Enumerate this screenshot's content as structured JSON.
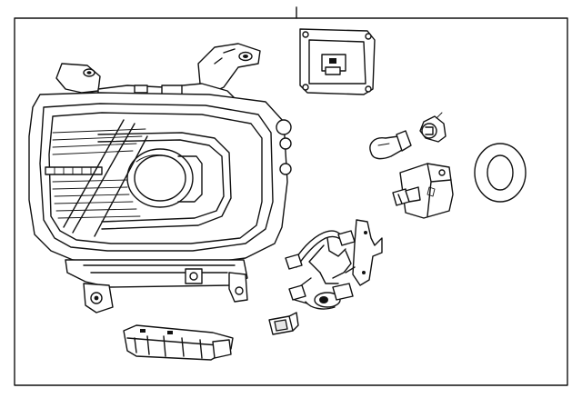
{
  "diagram": {
    "parts": [
      {
        "id": "headlamp-assembly",
        "label": ""
      },
      {
        "id": "control-module",
        "label": ""
      },
      {
        "id": "side-marker-bulb",
        "label": ""
      },
      {
        "id": "bulb-socket",
        "label": ""
      },
      {
        "id": "hid-bulb-igniter",
        "label": ""
      },
      {
        "id": "seal-ring",
        "label": ""
      },
      {
        "id": "wiring-harness",
        "label": ""
      },
      {
        "id": "mounting-bracket",
        "label": ""
      },
      {
        "id": "small-clip",
        "label": ""
      }
    ],
    "colors": {
      "line": "#111111",
      "background": "#ffffff"
    }
  }
}
